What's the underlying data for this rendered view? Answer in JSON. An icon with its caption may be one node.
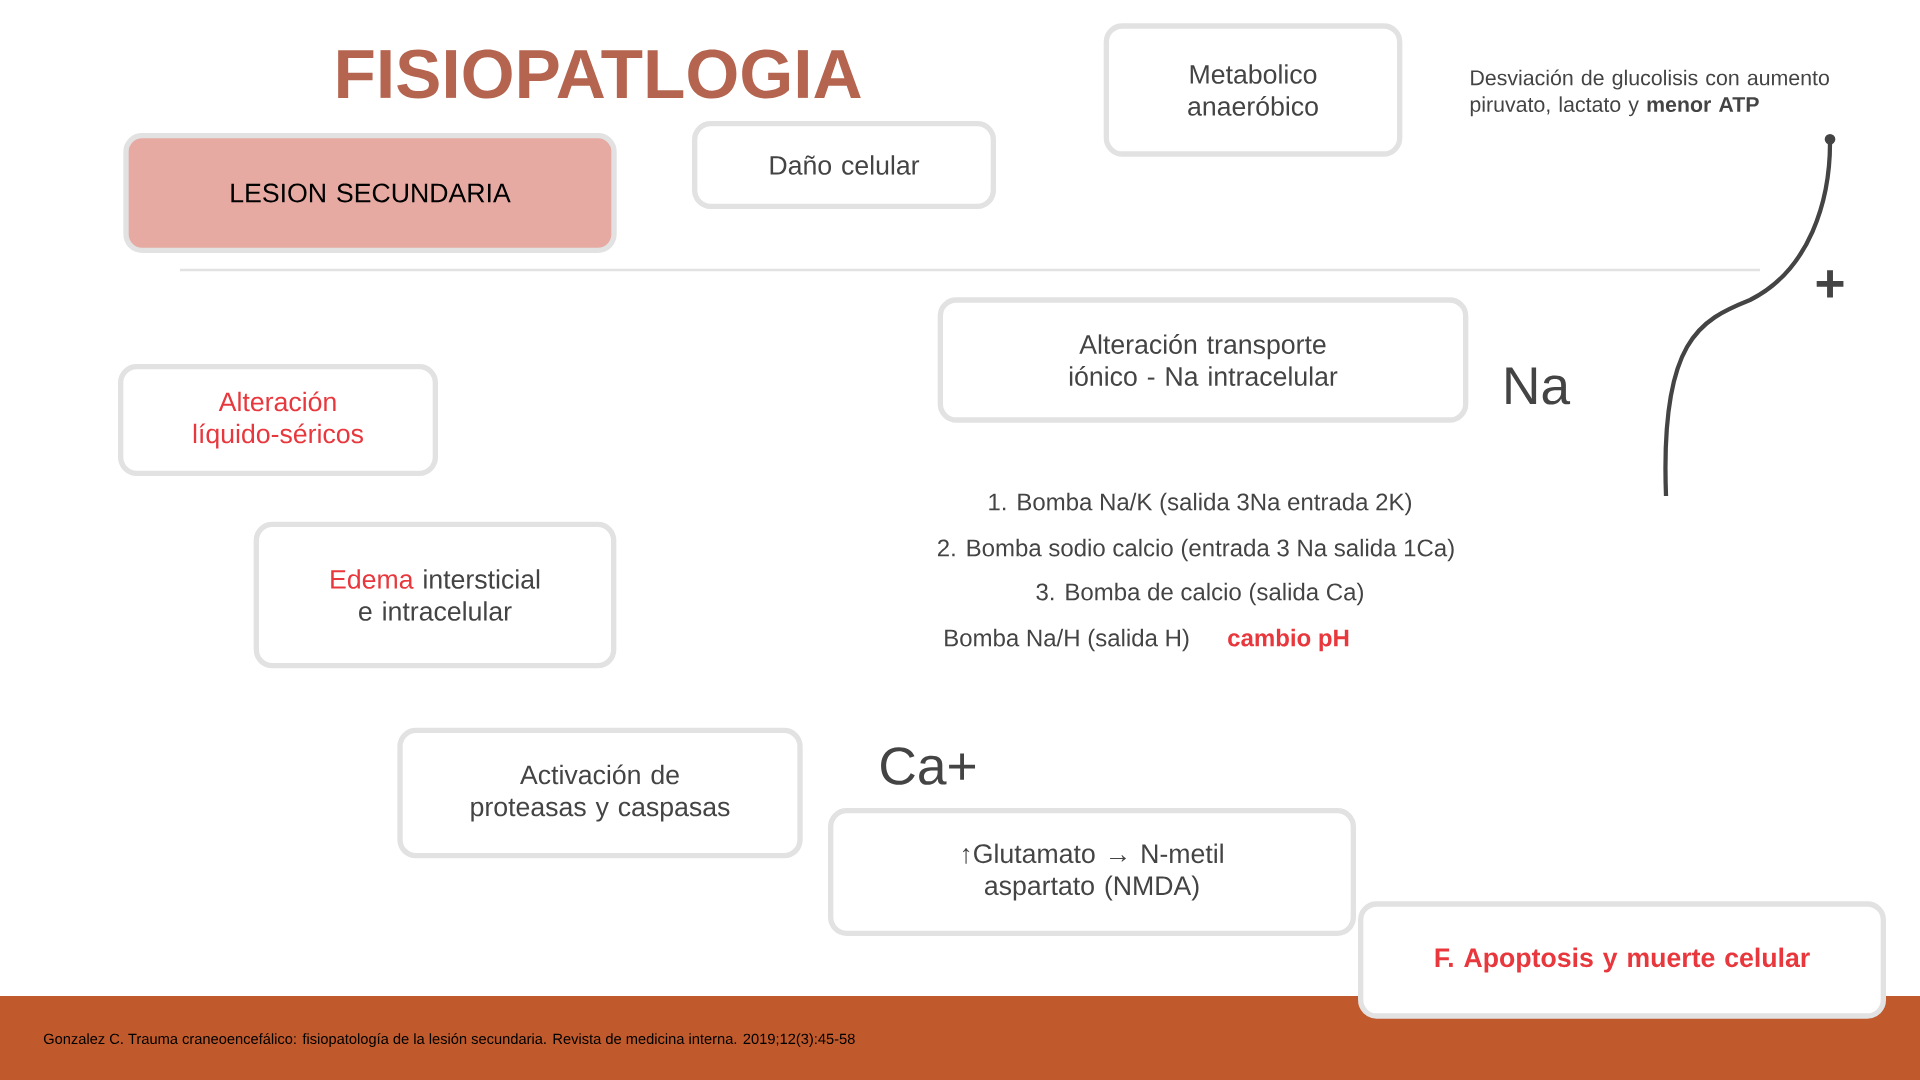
{
  "diagram": {
    "title": "FISIOPATLOGIA",
    "nodes": [
      {
        "text": [
          "LESION SECUNDARIA"
        ]
      },
      {
        "text": [
          "Daño celular"
        ]
      },
      {
        "text": [
          "Metabolico anaeróbico"
        ],
        "beside": [
          "Desviación de glucolisis con aumento piruvato, lactato y **menor ATP**"
        ]
      },
      {
        "text": [
          "Alteración transporte iónico - Na intracelular"
        ]
      },
      {
        "text": [
          "Alteración líquido-séricos"
        ]
      },
      {
        "text": [
          "Edema",
          "intersticial e intracelular"
        ]
      },
      {
        "text": [
          "Activación de proteasas y caspasas"
        ]
      },
      {
        "text": [
          "↑Glutamato → N-metil aspartato (NMDA)"
        ]
      },
      {
        "text": [
          "F. Apoptosis y muerte celular"
        ]
      }
    ],
    "labels": [
      "Na",
      "+",
      "1. Bomba Na/K (salida 3Na entrada 2K)",
      "2. Bomba sodio calcio (entrada 3 Na salida 1Ca)",
      "3. Bomba de calcio (salida Ca)",
      "Bomba Na/H (salida H)",
      "cambio pH",
      "Ca+",
      "Gonzalez C. Trauma craneoencefálico: fisiopatología de la lesión secundaria. Revista de medicina interna. 2019;12(3):45-58"
    ]
  }
}
